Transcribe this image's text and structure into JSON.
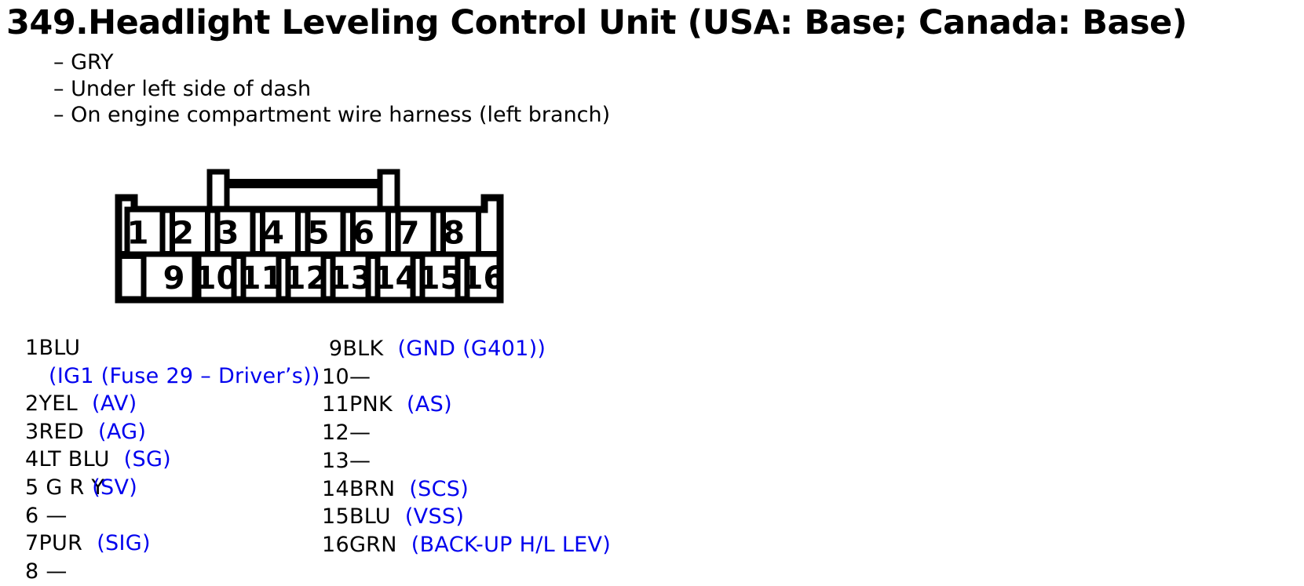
{
  "title": "349.Headlight Leveling Control Unit (USA: Base; Canada: Base)",
  "bullet_prefix": "–",
  "bullets": [
    "GRY",
    "Under left side of dash",
    "On engine compartment wire harness (left branch)"
  ],
  "connector": {
    "top_row_pins": [
      "1",
      "2",
      "3",
      "4",
      "5",
      "6",
      "7",
      "8"
    ],
    "bottom_row_pins": [
      "9",
      "10",
      "11",
      "12",
      "13",
      "14",
      "15",
      "16"
    ]
  },
  "pinout_left": [
    {
      "label": "1BLU",
      "note": ""
    },
    {
      "label": "",
      "note": "(IG1 (Fuse 29 – Driver’s))",
      "indent": true
    },
    {
      "label": "2YEL",
      "note": "(AV)"
    },
    {
      "label": "3RED",
      "note": "(AG)"
    },
    {
      "label": "4LT BLU",
      "note": "(SG)"
    },
    {
      "label": "5 G R Y",
      "note": "(SV)",
      "overlap": true
    },
    {
      "label": "6 —",
      "note": ""
    },
    {
      "label": "7PUR",
      "note": "(SIG)"
    },
    {
      "label": "8 —",
      "note": ""
    }
  ],
  "pinout_right": [
    {
      "label": " 9BLK",
      "note": "(GND (G401))"
    },
    {
      "label": "10—",
      "note": ""
    },
    {
      "label": "11PNK",
      "note": "(AS)"
    },
    {
      "label": "12—",
      "note": ""
    },
    {
      "label": "13—",
      "note": ""
    },
    {
      "label": "14BRN",
      "note": "(SCS)"
    },
    {
      "label": "15BLU",
      "note": "(VSS)"
    },
    {
      "label": "16GRN",
      "note": "(BACK-UP H/L LEV)"
    }
  ],
  "colors": {
    "note_blue": "#0000EE",
    "diagram_black": "#000000"
  }
}
